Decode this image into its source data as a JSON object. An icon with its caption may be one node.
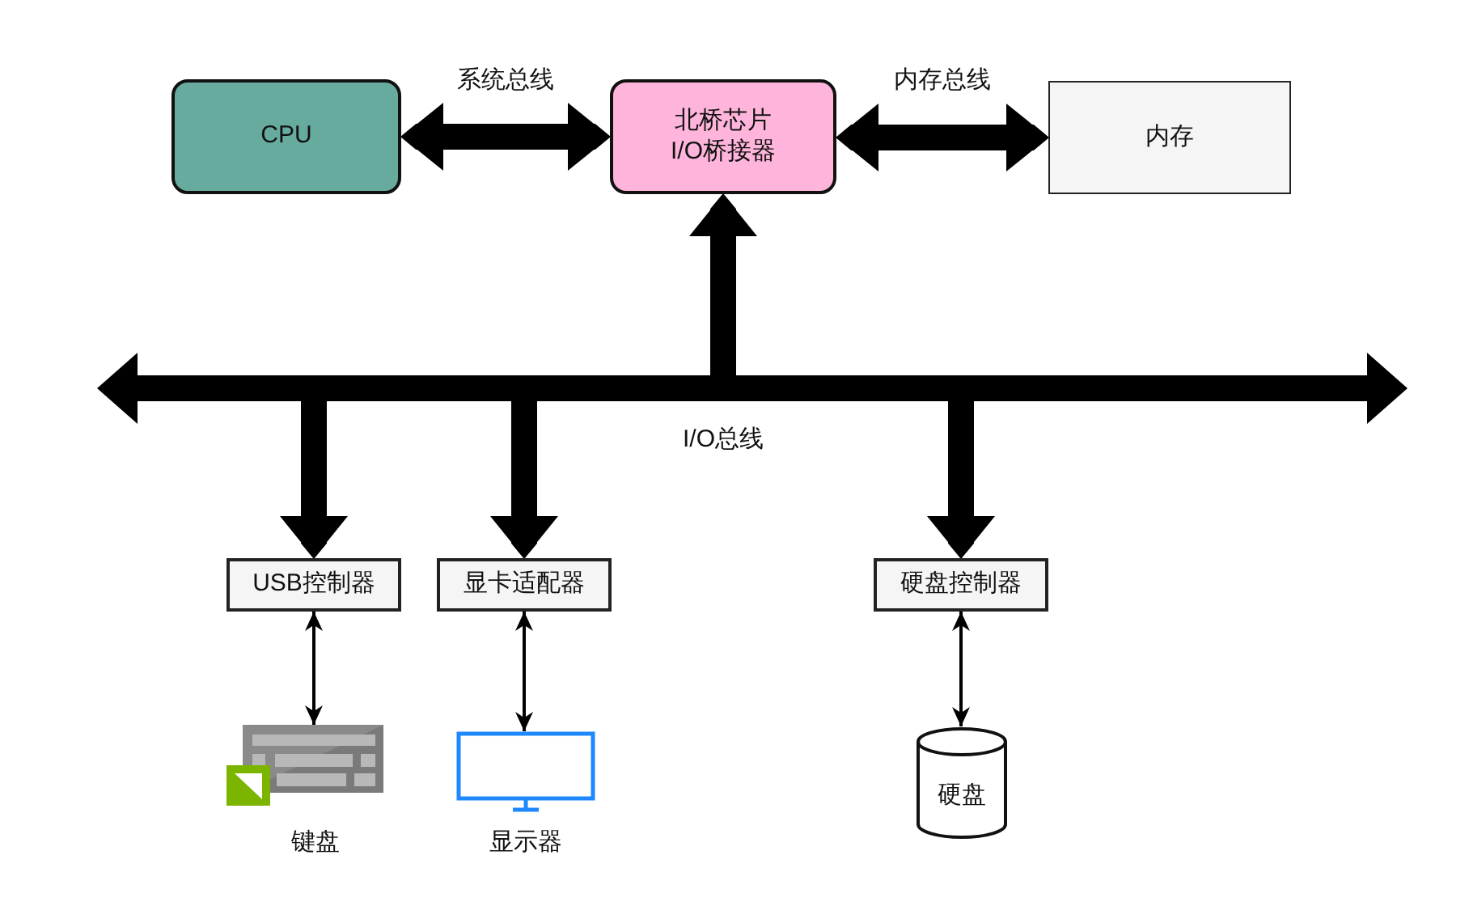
{
  "diagram": {
    "nodes": [
      {
        "text": [
          "CPU"
        ]
      },
      {
        "text": [
          "北桥芯片",
          "I/O桥接器"
        ]
      },
      {
        "text": [
          "内存"
        ]
      },
      {
        "text": [],
        "shape": "bar",
        "beside": [
          "I/O总线"
        ]
      },
      {
        "text": [
          "USB控制器"
        ]
      },
      {
        "text": [
          "显卡适配器"
        ]
      },
      {
        "text": [
          "硬盘控制器"
        ]
      },
      {
        "text": [
          "键盘"
        ]
      },
      {
        "text": [
          "显示器"
        ]
      },
      {
        "text": [
          "硬盘"
        ]
      }
    ],
    "edges": [
      {
        "from": 0,
        "to": 1,
        "arrow": "both",
        "label": "系统总线"
      },
      {
        "from": 1,
        "to": 2,
        "arrow": "both",
        "label": "内存总线"
      },
      {
        "from": 3,
        "to": 1,
        "arrow": "to"
      },
      {
        "from": 3,
        "to": 4,
        "arrow": "to"
      },
      {
        "from": 3,
        "to": 5,
        "arrow": "to"
      },
      {
        "from": 3,
        "to": 6,
        "arrow": "to"
      },
      {
        "from": 4,
        "to": 7,
        "arrow": "both"
      },
      {
        "from": 5,
        "to": 8,
        "arrow": "both"
      },
      {
        "from": 6,
        "to": 9,
        "arrow": "both"
      }
    ]
  }
}
